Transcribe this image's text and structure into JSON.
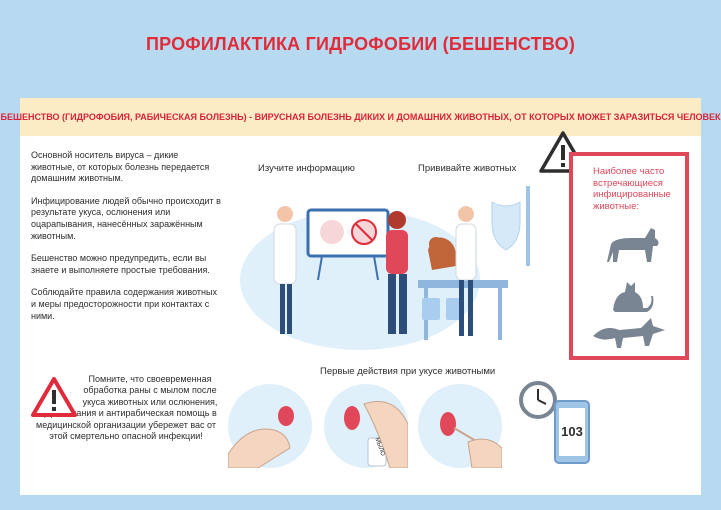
{
  "title": "ПРОФИЛАКТИКА ГИДРОФОБИИ (БЕШЕНСТВО)",
  "banner": "БЕШЕНСТВО (ГИДРОФОБИЯ, РАБИЧЕСКАЯ БОЛЕЗНЬ) - ВИРУСНАЯ БОЛЕЗНЬ ДИКИХ И ДОМАШНИХ ЖИВОТНЫХ, ОТ КОТОРЫХ МОЖЕТ ЗАРАЗИТЬСЯ ЧЕЛОВЕК",
  "left_paragraphs": [
    "Основной носитель вируса – дикие животные, от которых болезнь передается домашним животным.",
    "Инфицирование людей обычно происходит в результате укуса, ослюнения или оцарапывания, нанесённых заражённым животным.",
    "Бешенство можно предупредить, если вы знаете и выполняете простые требования.",
    "Соблюдайте правила содержания животных и меры предосторожности при контактах с ними."
  ],
  "warning_top": "Помните, что своевременная обработка раны с мылом после укуса животных или ослюнения,",
  "warning_bottom": "оцарапывания и антирабическая помощь в медицинской организации убережет вас от этой смертельно опасной инфекции!",
  "label_study": "Изучите информацию",
  "label_vaccinate": "Прививайте животных",
  "label_first_aid": "Первые действия при укусе животными",
  "animals_box_text": "Наиболее часто встречающиеся инфицированные животные:",
  "animals": [
    "dog-icon",
    "cat-icon",
    "fox-icon"
  ],
  "phone_number": "103",
  "soap_label": "МЫЛО",
  "colors": {
    "accent": "#e02b3a",
    "background": "#b8daf0",
    "banner": "#fcecc4",
    "box_border": "#e0485a"
  }
}
